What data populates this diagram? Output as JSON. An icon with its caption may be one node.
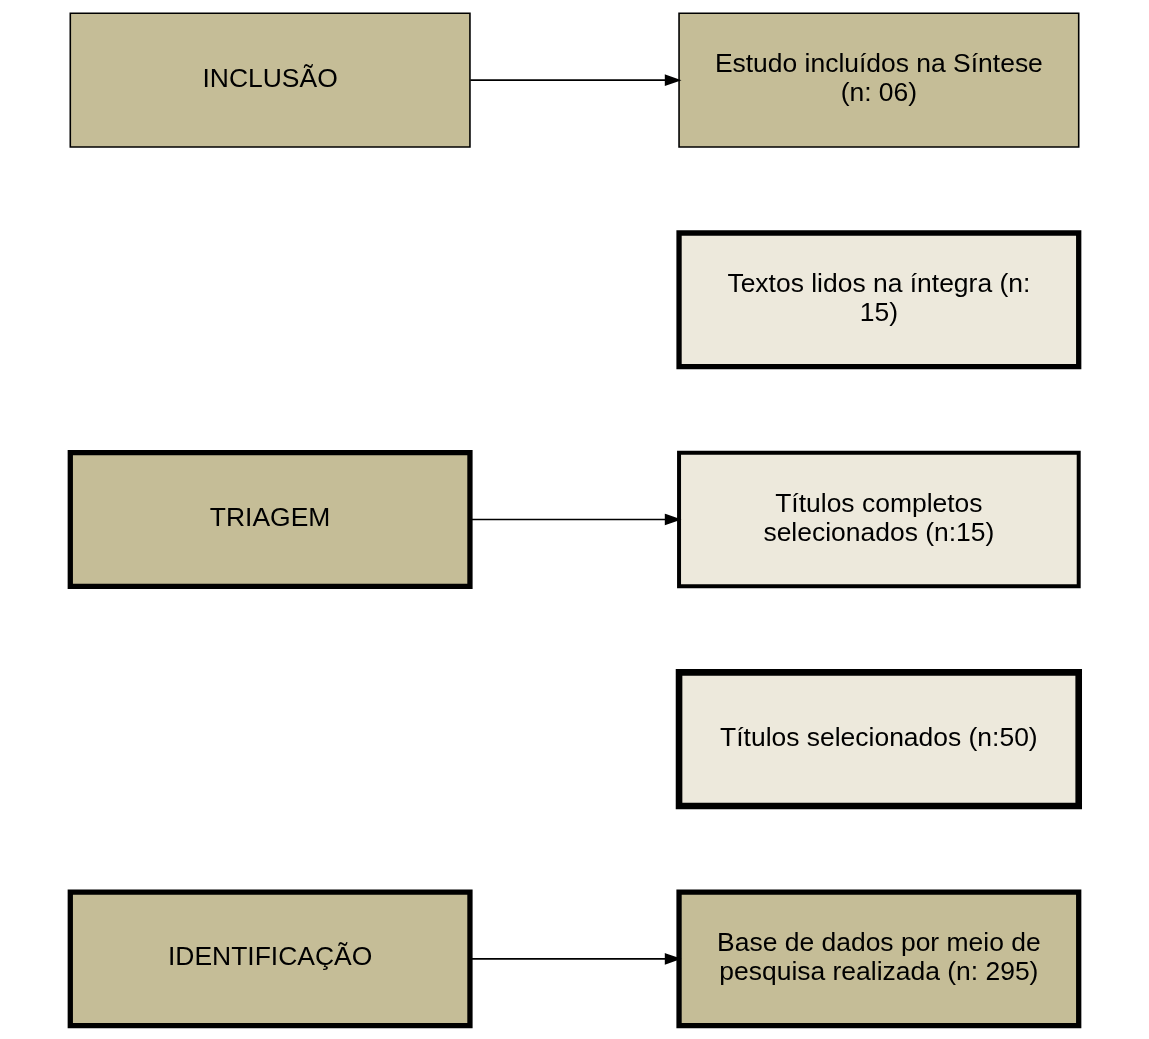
{
  "diagram": {
    "nodes": [
      {
        "text": [
          "IDENTIFICAÇÃO"
        ]
      },
      {
        "text": [
          "Base de dados por meio de pesquisa realizada (n: 295)"
        ]
      },
      {
        "text": [
          "Títulos selecionados (n:50)"
        ]
      },
      {
        "text": [
          "TRIAGEM"
        ]
      },
      {
        "text": [
          "Títulos completos selecionados (n:15)"
        ]
      },
      {
        "text": [
          "Textos lidos na íntegra (n: 15)"
        ]
      },
      {
        "text": [
          "INCLUSÃO"
        ]
      },
      {
        "text": [
          "Estudo incluídos na Síntese (n: 06)"
        ]
      }
    ],
    "edges": [
      {
        "from": 0,
        "to": 1,
        "arrow": "to"
      },
      {
        "from": 3,
        "to": 4,
        "arrow": "to"
      },
      {
        "from": 6,
        "to": 7,
        "arrow": "to"
      }
    ]
  }
}
